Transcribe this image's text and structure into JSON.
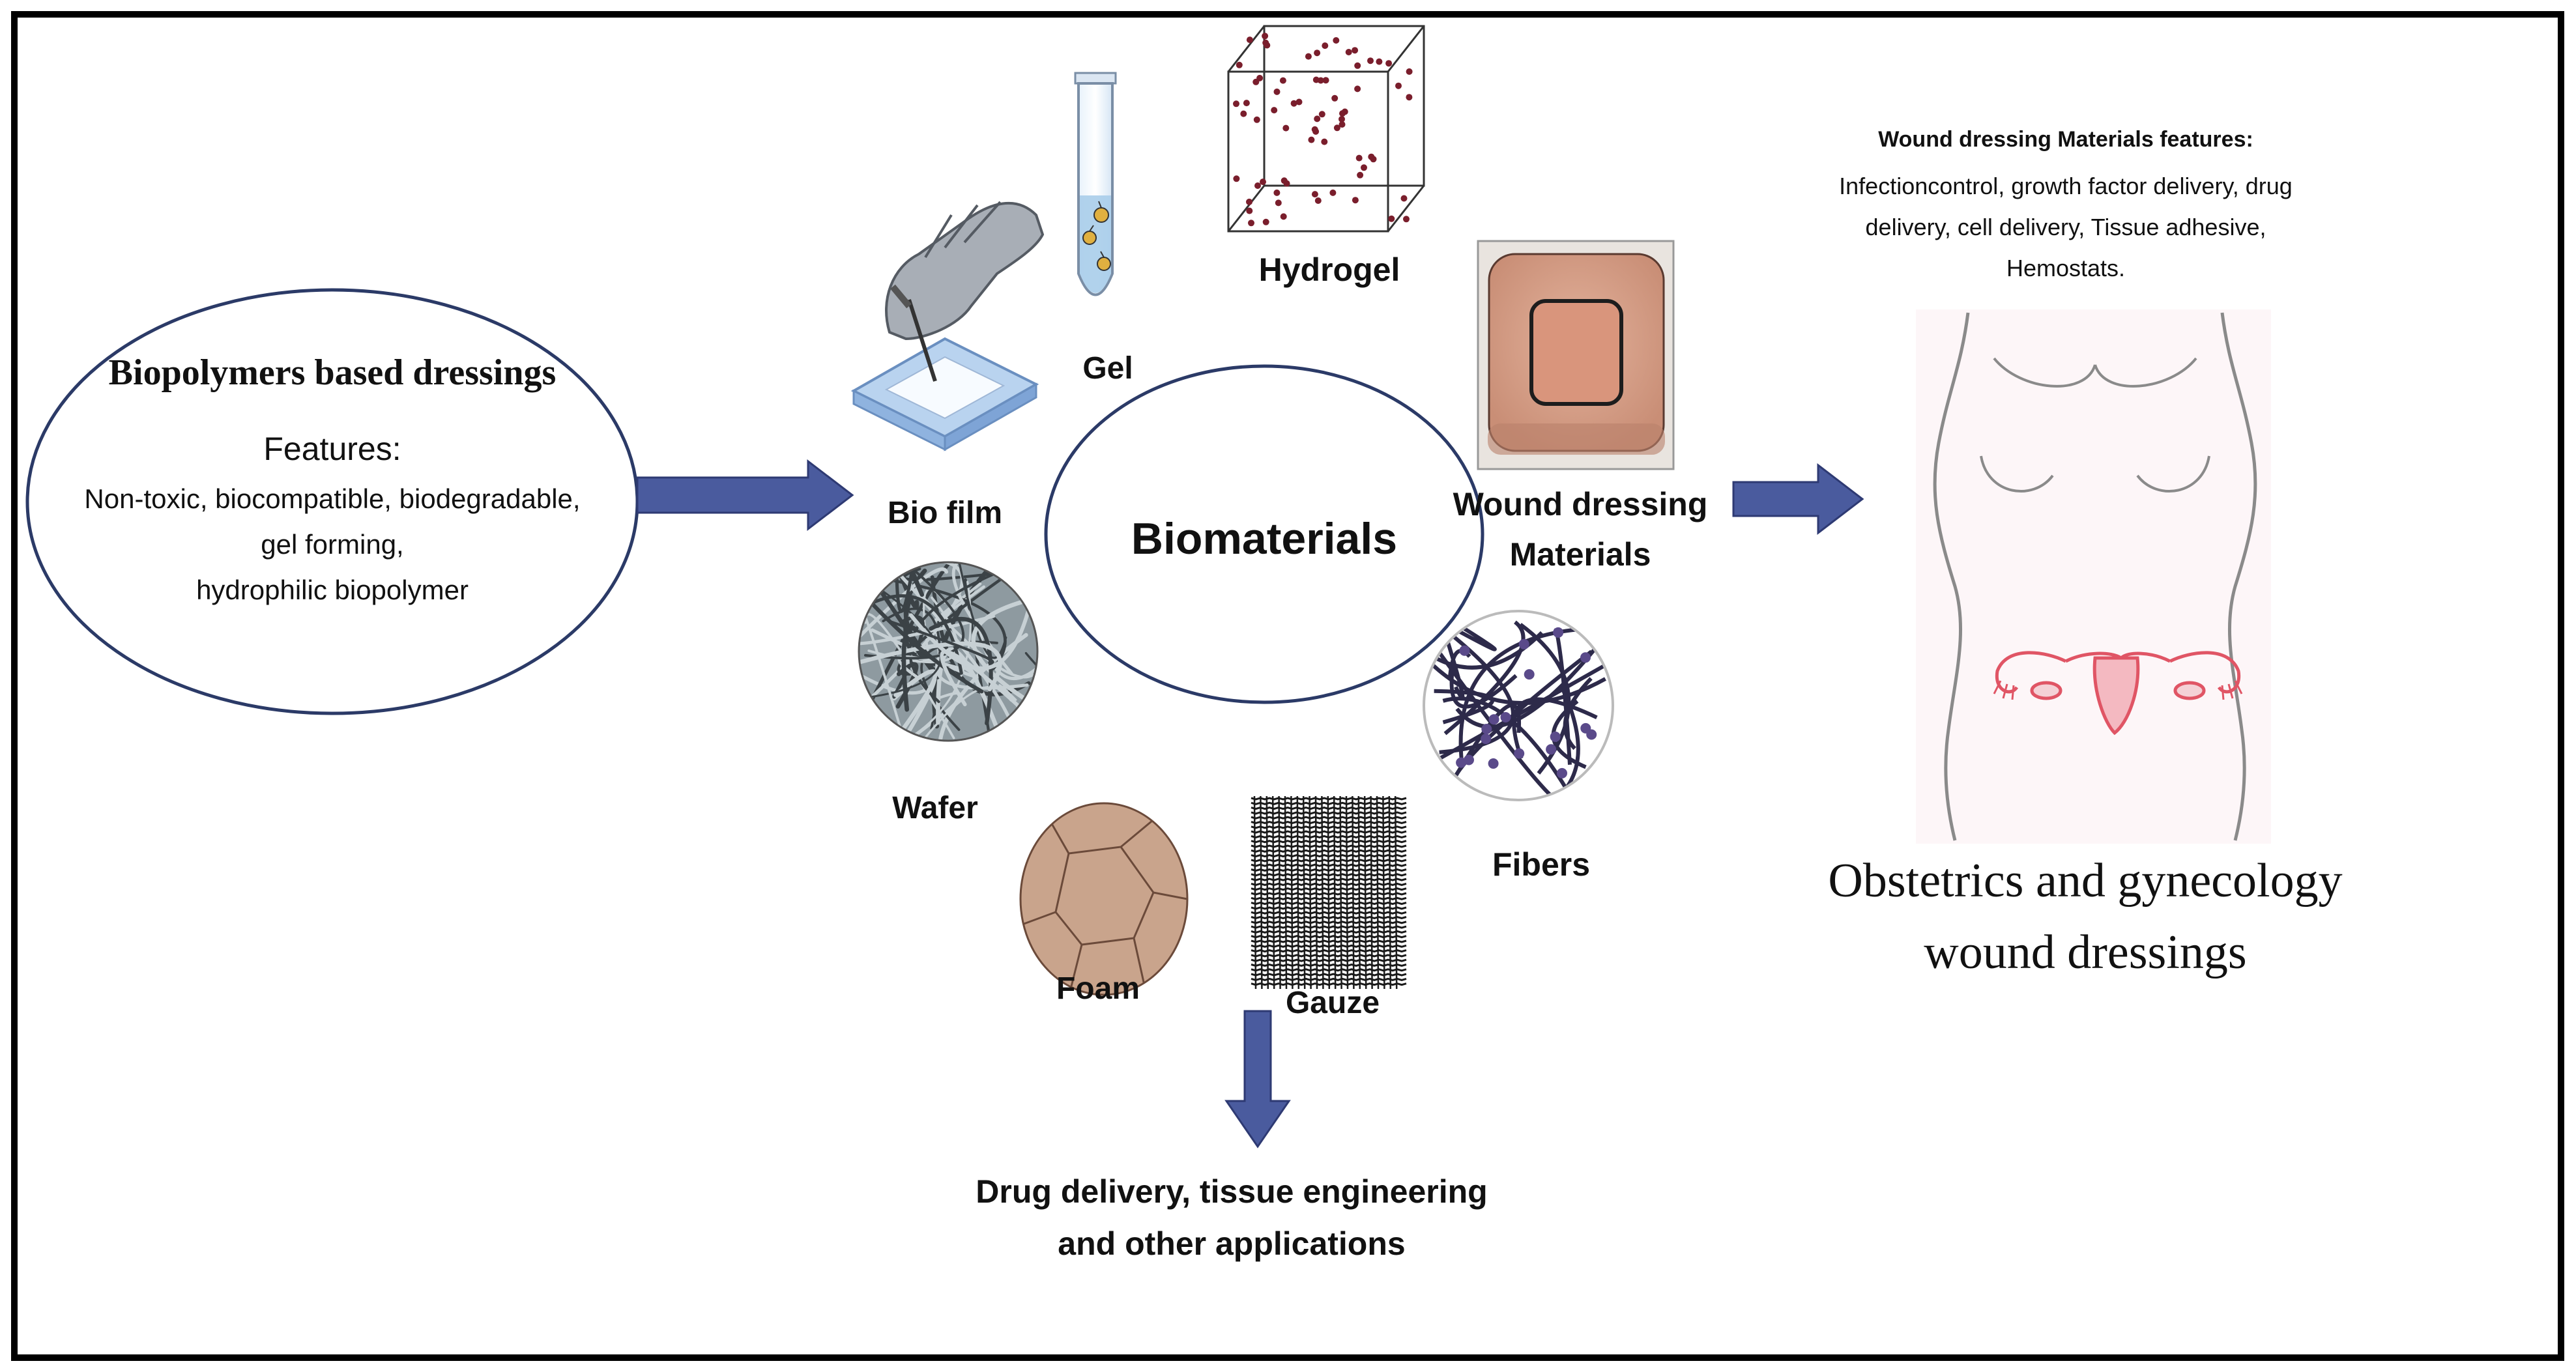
{
  "colors": {
    "frame": "#000000",
    "ellipse_stroke": "#2b3a67",
    "arrow_fill": "#4a5b9e",
    "arrow_stroke": "#2e3a73",
    "foam_fill": "#c9a48c",
    "dressing_fill": "#d9a58e",
    "uterus_color": "#e05565",
    "body_outline": "#8a8a8a"
  },
  "left_ellipse": {
    "title": "Biopolymers based dressings",
    "features_heading": "Features:",
    "features_line1": "Non-toxic, biocompatible, biodegradable,",
    "features_line2": "gel forming,",
    "features_line3": "hydrophilic biopolymer"
  },
  "center": {
    "label": "Biomaterials"
  },
  "materials": {
    "bio_film": "Bio film",
    "gel": "Gel",
    "hydrogel": "Hydrogel",
    "wound_dressing_line1": "Wound dressing",
    "wound_dressing_line2": "Materials",
    "wafer": "Wafer",
    "foam": "Foam",
    "gauze": "Gauze",
    "fibers": "Fibers"
  },
  "bottom": {
    "line1": "Drug delivery, tissue engineering",
    "line2": "and other applications"
  },
  "right": {
    "features_title": "Wound dressing Materials features:",
    "features_line1": "Infectioncontrol, growth factor delivery, drug",
    "features_line2": "delivery, cell delivery, Tissue adhesive,",
    "features_line3": "Hemostats.",
    "caption_line1": "Obstetrics and gynecology",
    "caption_line2": "wound dressings"
  },
  "icons": {
    "bio_film": "glove-scalpel-film-icon",
    "gel": "test-tube-gel-icon",
    "hydrogel": "hydrogel-cube-icon",
    "wound_dressing": "adhesive-dressing-pad-icon",
    "wafer": "fiber-mesh-wafer-icon",
    "foam": "foam-cell-icon",
    "gauze": "gauze-weave-icon",
    "fibers": "crosslinked-fibers-icon",
    "body": "female-torso-uterus-icon"
  }
}
